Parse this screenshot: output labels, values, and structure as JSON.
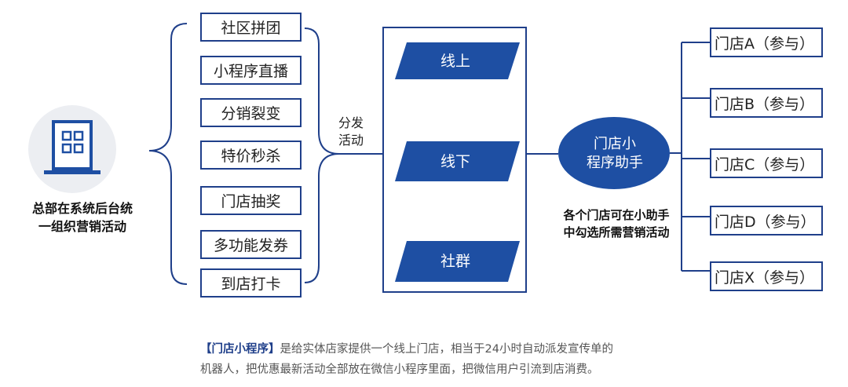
{
  "headquarters": {
    "icon": "building-icon",
    "label_line1": "总部在系统后台统",
    "label_line2": "一组织营销活动"
  },
  "activities": [
    "社区拼团",
    "小程序直播",
    "分销裂变",
    "特价秒杀",
    "门店抽奖",
    "多功能发券",
    "到店打卡"
  ],
  "distribute_label_line1": "分发",
  "distribute_label_line2": "活动",
  "channels": [
    "线上",
    "线下",
    "社群"
  ],
  "assistant": {
    "line1": "门店小",
    "line2": "程序助手"
  },
  "assistant_note": {
    "line1": "各个门店可在小助手",
    "line2": "中勾选所需营销活动"
  },
  "stores": [
    "门店A（参与）",
    "门店B（参与）",
    "门店C（参与）",
    "门店D（参与）",
    "门店X（参与）"
  ],
  "footer": {
    "lead": "【门店小程序】",
    "line1": "是给实体店家提供一个线上门店，相当于24小时自动派发宣传单的",
    "line2": "机器人，把优惠最新活动全部放在微信小程序里面，把微信用户引流到店消费。"
  },
  "colors": {
    "primary": "#1f3f8a",
    "fill": "#1e4fa3"
  }
}
